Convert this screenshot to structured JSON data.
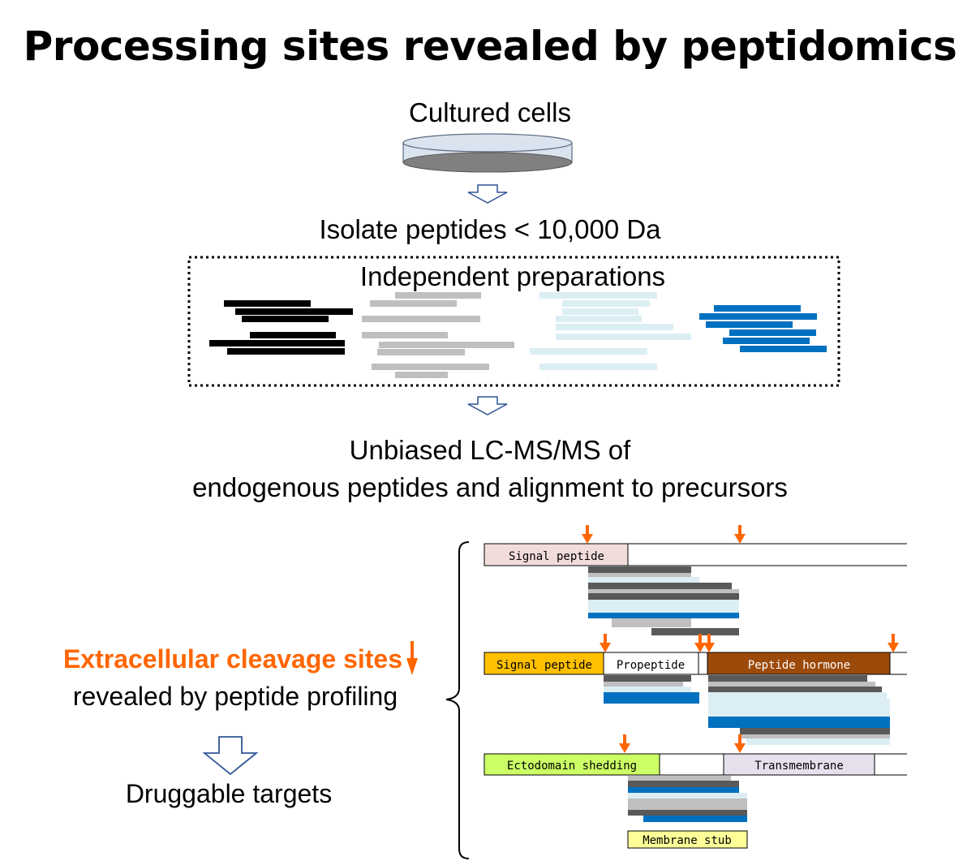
{
  "title": "Processing sites revealed by peptidomics",
  "steps": {
    "cultured_cells": "Cultured cells",
    "isolate": "Isolate peptides < 10,000 Da",
    "independent": "Independent preparations",
    "lcms_line1": "Unbiased LC-MS/MS of",
    "lcms_line2": "endogenous peptides and alignment to precursors"
  },
  "left": {
    "cleavage": "Extracellular cleavage sites",
    "profiling": "revealed by peptide profiling",
    "druggable": "Druggable targets"
  },
  "precursors": {
    "p1": {
      "signal": "Signal peptide"
    },
    "p2": {
      "signal": "Signal peptide",
      "propeptide": "Propeptide",
      "hormone": "Peptide hormone"
    },
    "p3": {
      "ecto": "Ectodomain shedding",
      "tm": "Transmembrane",
      "stub": "Membrane stub"
    }
  },
  "colors": {
    "accent": "#ff6600",
    "signal1": "#f2dcdb",
    "signal2": "#ffc000",
    "hormone": "#9c4a0a",
    "ecto": "#ccff66",
    "tm": "#e6e0ec",
    "stub": "#ffff99",
    "blue": "#0070c0",
    "lightblue": "#dbeef4",
    "darkgray": "#595959",
    "gray": "#bfbfbf",
    "black": "#000000"
  }
}
